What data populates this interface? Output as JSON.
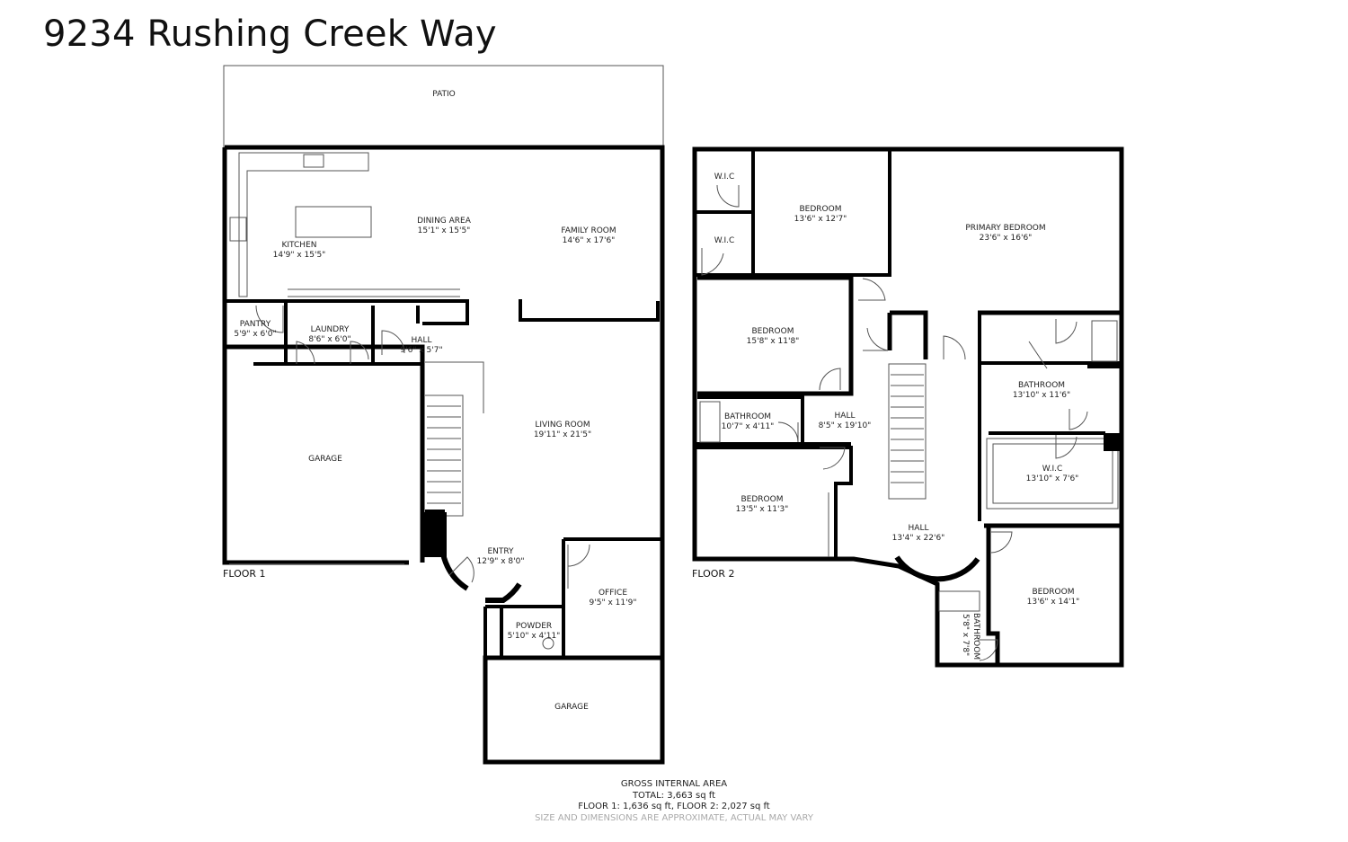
{
  "title": "9234 Rushing Creek Way",
  "floors": [
    {
      "label": "FLOOR 1",
      "rooms": [
        {
          "key": "patio",
          "name": "PATIO",
          "dims": ""
        },
        {
          "key": "kitchen",
          "name": "KITCHEN",
          "dims": "14'9\" x 15'5\""
        },
        {
          "key": "dining",
          "name": "DINING AREA",
          "dims": "15'1\" x 15'5\""
        },
        {
          "key": "family",
          "name": "FAMILY ROOM",
          "dims": "14'6\" x 17'6\""
        },
        {
          "key": "pantry",
          "name": "PANTRY",
          "dims": "5'9\" x 6'0\""
        },
        {
          "key": "laundry",
          "name": "LAUNDRY",
          "dims": "8'6\" x 6'0\""
        },
        {
          "key": "hall",
          "name": "HALL",
          "dims": "9'6\" x 5'7\""
        },
        {
          "key": "living",
          "name": "LIVING ROOM",
          "dims": "19'11\" x 21'5\""
        },
        {
          "key": "garage1",
          "name": "GARAGE",
          "dims": ""
        },
        {
          "key": "entry",
          "name": "ENTRY",
          "dims": "12'9\" x 8'0\""
        },
        {
          "key": "office",
          "name": "OFFICE",
          "dims": "9'5\" x 11'9\""
        },
        {
          "key": "powder",
          "name": "POWDER",
          "dims": "5'10\" x 4'11\""
        },
        {
          "key": "garage2",
          "name": "GARAGE",
          "dims": ""
        }
      ]
    },
    {
      "label": "FLOOR 2",
      "rooms": [
        {
          "key": "wic1",
          "name": "W.I.C",
          "dims": ""
        },
        {
          "key": "wic2",
          "name": "W.I.C",
          "dims": ""
        },
        {
          "key": "bed1",
          "name": "BEDROOM",
          "dims": "13'6\" x 12'7\""
        },
        {
          "key": "primary",
          "name": "PRIMARY BEDROOM",
          "dims": "23'6\" x 16'6\""
        },
        {
          "key": "bed2",
          "name": "BEDROOM",
          "dims": "15'8\" x 11'8\""
        },
        {
          "key": "bath1",
          "name": "BATHROOM",
          "dims": "10'7\" x 4'11\""
        },
        {
          "key": "hall2",
          "name": "HALL",
          "dims": "8'5\" x 19'10\""
        },
        {
          "key": "bath2",
          "name": "BATHROOM",
          "dims": "13'10\" x 11'6\""
        },
        {
          "key": "wic3",
          "name": "W.I.C",
          "dims": "13'10\" x 7'6\""
        },
        {
          "key": "bed3",
          "name": "BEDROOM",
          "dims": "13'5\" x 11'3\""
        },
        {
          "key": "hall3",
          "name": "HALL",
          "dims": "13'4\" x 22'6\""
        },
        {
          "key": "bed4",
          "name": "BEDROOM",
          "dims": "13'6\" x 14'1\""
        },
        {
          "key": "bath3",
          "name": "BATHROOM",
          "dims": "5'8\" x 7'8\""
        }
      ]
    }
  ],
  "footer": {
    "heading": "GROSS INTERNAL AREA",
    "total": "TOTAL: 3,663 sq ft",
    "breakdown": "FLOOR 1: 1,636 sq ft, FLOOR 2: 2,027 sq ft",
    "disclaimer": "SIZE AND DIMENSIONS ARE APPROXIMATE, ACTUAL MAY VARY"
  },
  "colors": {
    "wall": "#000000",
    "line": "#555555",
    "text": "#222222",
    "disclaimer": "#aaaaaa"
  }
}
